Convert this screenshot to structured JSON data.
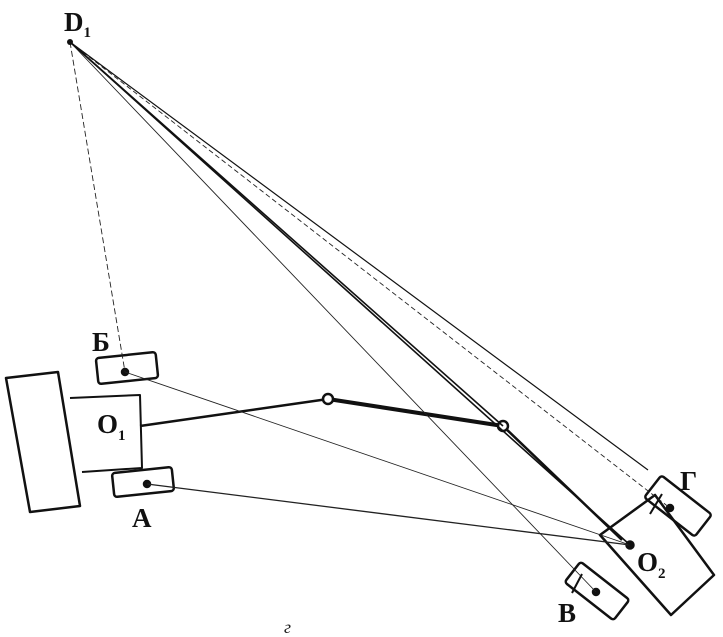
{
  "diagram": {
    "colors": {
      "ink": "#111111",
      "background": "#ffffff"
    },
    "labels": {
      "d1": {
        "main": "D",
        "sub": "1"
      },
      "b": "Б",
      "o1": {
        "main": "O",
        "sub": "1"
      },
      "a": "А",
      "g": "Г",
      "o2": {
        "main": "O",
        "sub": "2"
      },
      "v": "В"
    },
    "caption": "г"
  }
}
